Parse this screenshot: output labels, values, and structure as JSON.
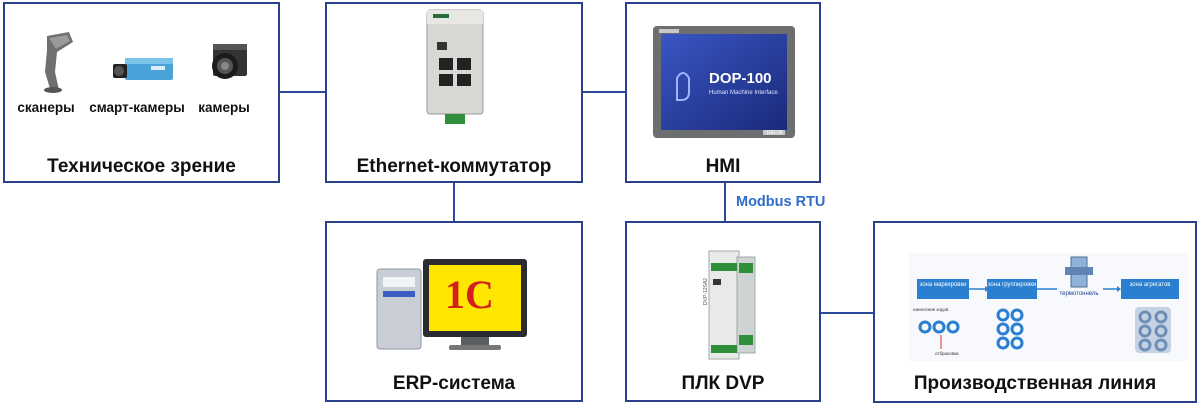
{
  "nodes": {
    "vision": {
      "title": "Техническое зрение",
      "devices": [
        "сканеры",
        "смарт-камеры",
        "камеры"
      ]
    },
    "switch": {
      "title": "Ethernet-коммутатор"
    },
    "hmi": {
      "title": "HMI",
      "screen_title": "DOP-100",
      "screen_subtitle": "Human Machine Interface",
      "brand": "DELTA"
    },
    "erp": {
      "title": "ERP-система",
      "logo_text": "1С"
    },
    "plc": {
      "title": "ПЛК DVP",
      "model": "DVP-12SA2"
    },
    "line": {
      "title": "Производственная линия",
      "zones": [
        "зона маркировки",
        "зона группировки",
        "термотоннель",
        "зона агрегатов"
      ],
      "notes": [
        "нанесение кодов",
        "отбраковка"
      ]
    }
  },
  "links": {
    "hmi_plc": "Modbus RTU"
  },
  "colors": {
    "border": "#2b3f8f",
    "line": "#2b4a9e",
    "label": "#2e6dc7",
    "zone": "#2a7fd0"
  }
}
